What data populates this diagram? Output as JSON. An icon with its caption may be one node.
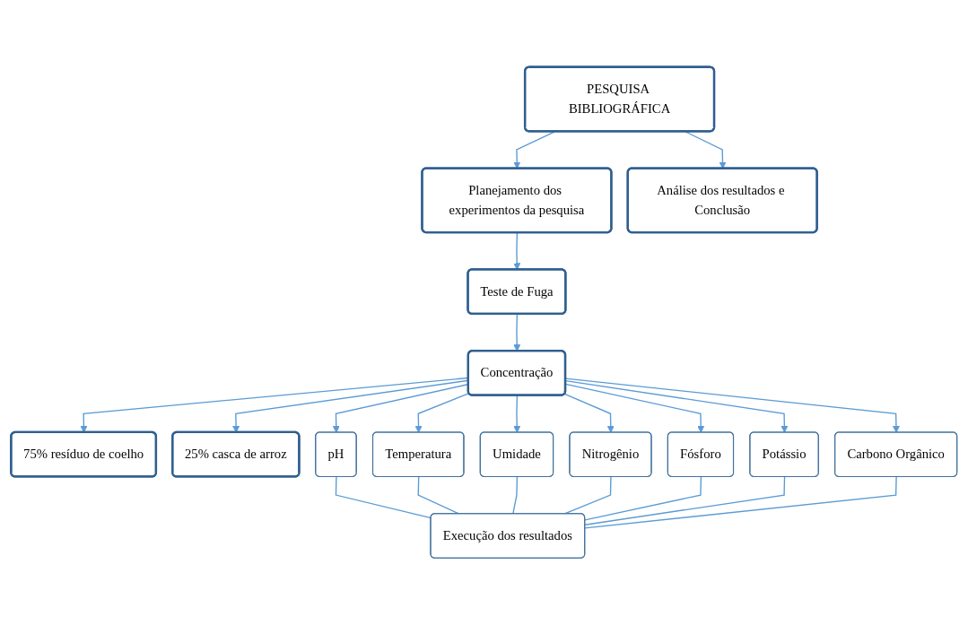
{
  "diagram": {
    "nodes": [
      {
        "text": [
          "PESQUISA BIBLIOGRÁFICA"
        ]
      },
      {
        "text": [
          "Planejamento dos experimentos da pesquisa"
        ]
      },
      {
        "text": [
          "Teste de Fuga"
        ]
      },
      {
        "text": [
          "Concentração"
        ]
      },
      {
        "text": [
          "75% resíduo de coelho"
        ]
      },
      {
        "text": [
          "25% casca de arroz"
        ]
      },
      {
        "text": [
          "pH"
        ]
      },
      {
        "text": [
          "Temperatura"
        ]
      },
      {
        "text": [
          "Umidade"
        ]
      },
      {
        "text": [
          "Nitrogênio"
        ]
      },
      {
        "text": [
          "Fósforo"
        ]
      },
      {
        "text": [
          "Potássio"
        ]
      },
      {
        "text": [
          "Carbono Orgânico"
        ]
      },
      {
        "text": [
          "Execução dos resultados"
        ]
      },
      {
        "text": [
          "Análise dos resultados e Conclusão"
        ]
      }
    ],
    "edges": [
      {
        "from": 0,
        "to": 1,
        "arrow": "to"
      },
      {
        "from": 1,
        "to": 2,
        "arrow": "to"
      },
      {
        "from": 2,
        "to": 3,
        "arrow": "to"
      },
      {
        "from": 3,
        "to": 4,
        "arrow": "to"
      },
      {
        "from": 3,
        "to": 5,
        "arrow": "to"
      },
      {
        "from": 3,
        "to": 6,
        "arrow": "to"
      },
      {
        "from": 3,
        "to": 7,
        "arrow": "to"
      },
      {
        "from": 3,
        "to": 8,
        "arrow": "to"
      },
      {
        "from": 3,
        "to": 9,
        "arrow": "to"
      },
      {
        "from": 3,
        "to": 10,
        "arrow": "to"
      },
      {
        "from": 3,
        "to": 11,
        "arrow": "to"
      },
      {
        "from": 3,
        "to": 12,
        "arrow": "to"
      },
      {
        "from": 6,
        "to": 13,
        "arrow": "none"
      },
      {
        "from": 7,
        "to": 13,
        "arrow": "none"
      },
      {
        "from": 8,
        "to": 13,
        "arrow": "none"
      },
      {
        "from": 9,
        "to": 13,
        "arrow": "none"
      },
      {
        "from": 10,
        "to": 13,
        "arrow": "none"
      },
      {
        "from": 11,
        "to": 13,
        "arrow": "none"
      },
      {
        "from": 12,
        "to": 13,
        "arrow": "none"
      },
      {
        "from": 0,
        "to": 14,
        "arrow": "to"
      }
    ]
  }
}
